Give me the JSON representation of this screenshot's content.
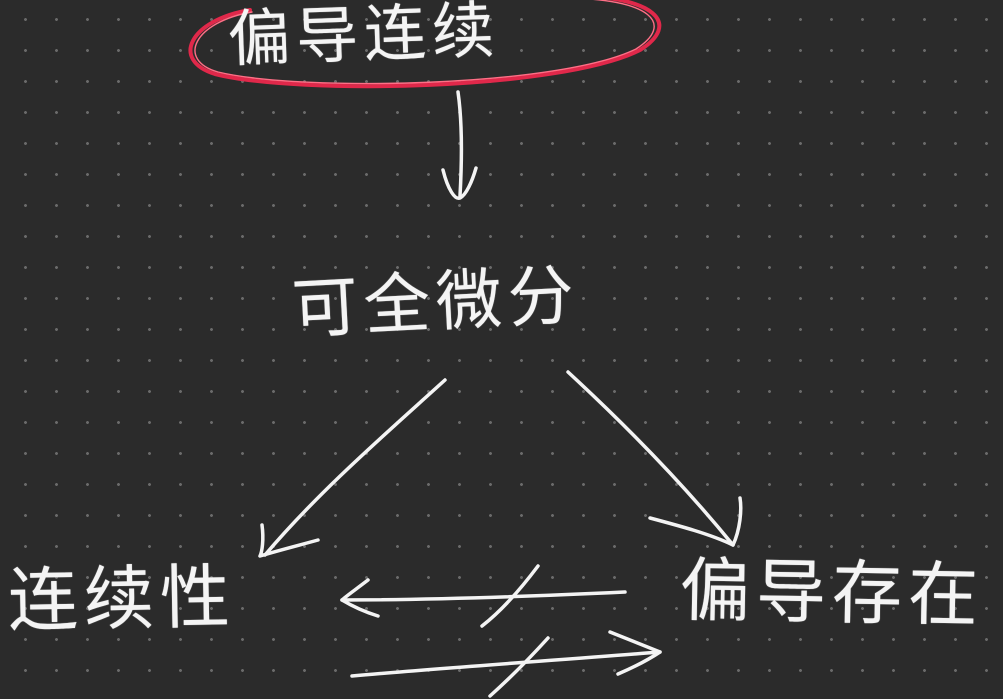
{
  "diagram": {
    "top_node": {
      "text": "偏导连续",
      "highlight_color": "#e0284a"
    },
    "middle_node": {
      "text": "可全微分"
    },
    "left_node": {
      "text": "连续性"
    },
    "right_node": {
      "text": "偏导存在"
    },
    "ink_color": "#f4f4f4",
    "background_color": "#2b2b2b"
  }
}
